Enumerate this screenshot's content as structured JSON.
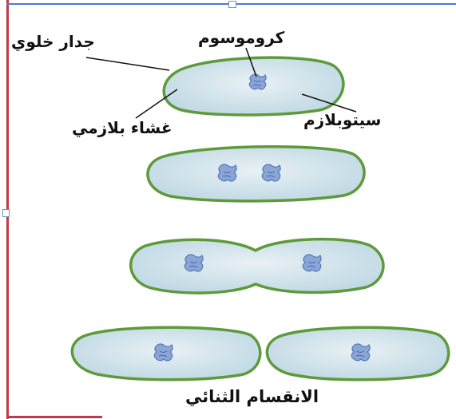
{
  "labels": {
    "cell_wall": "جدار خلوي",
    "chromosome": "كروموسوم",
    "plasma_membrane": "غشاء بلازمي",
    "cytoplasm": "سيتوبلازم",
    "caption": "الانقسام الثنائي"
  },
  "colors": {
    "cell_fill": "#d6e6ee",
    "cell_wall": "#5e9a3a",
    "chromosome": "#6f8fc9",
    "frame_left": "#c23a4a",
    "frame_top": "#4a7bd0",
    "text": "#111111"
  },
  "stages": [
    "single-cell",
    "chromosome-duplicated",
    "cell-dividing",
    "two-daughter-cells"
  ]
}
